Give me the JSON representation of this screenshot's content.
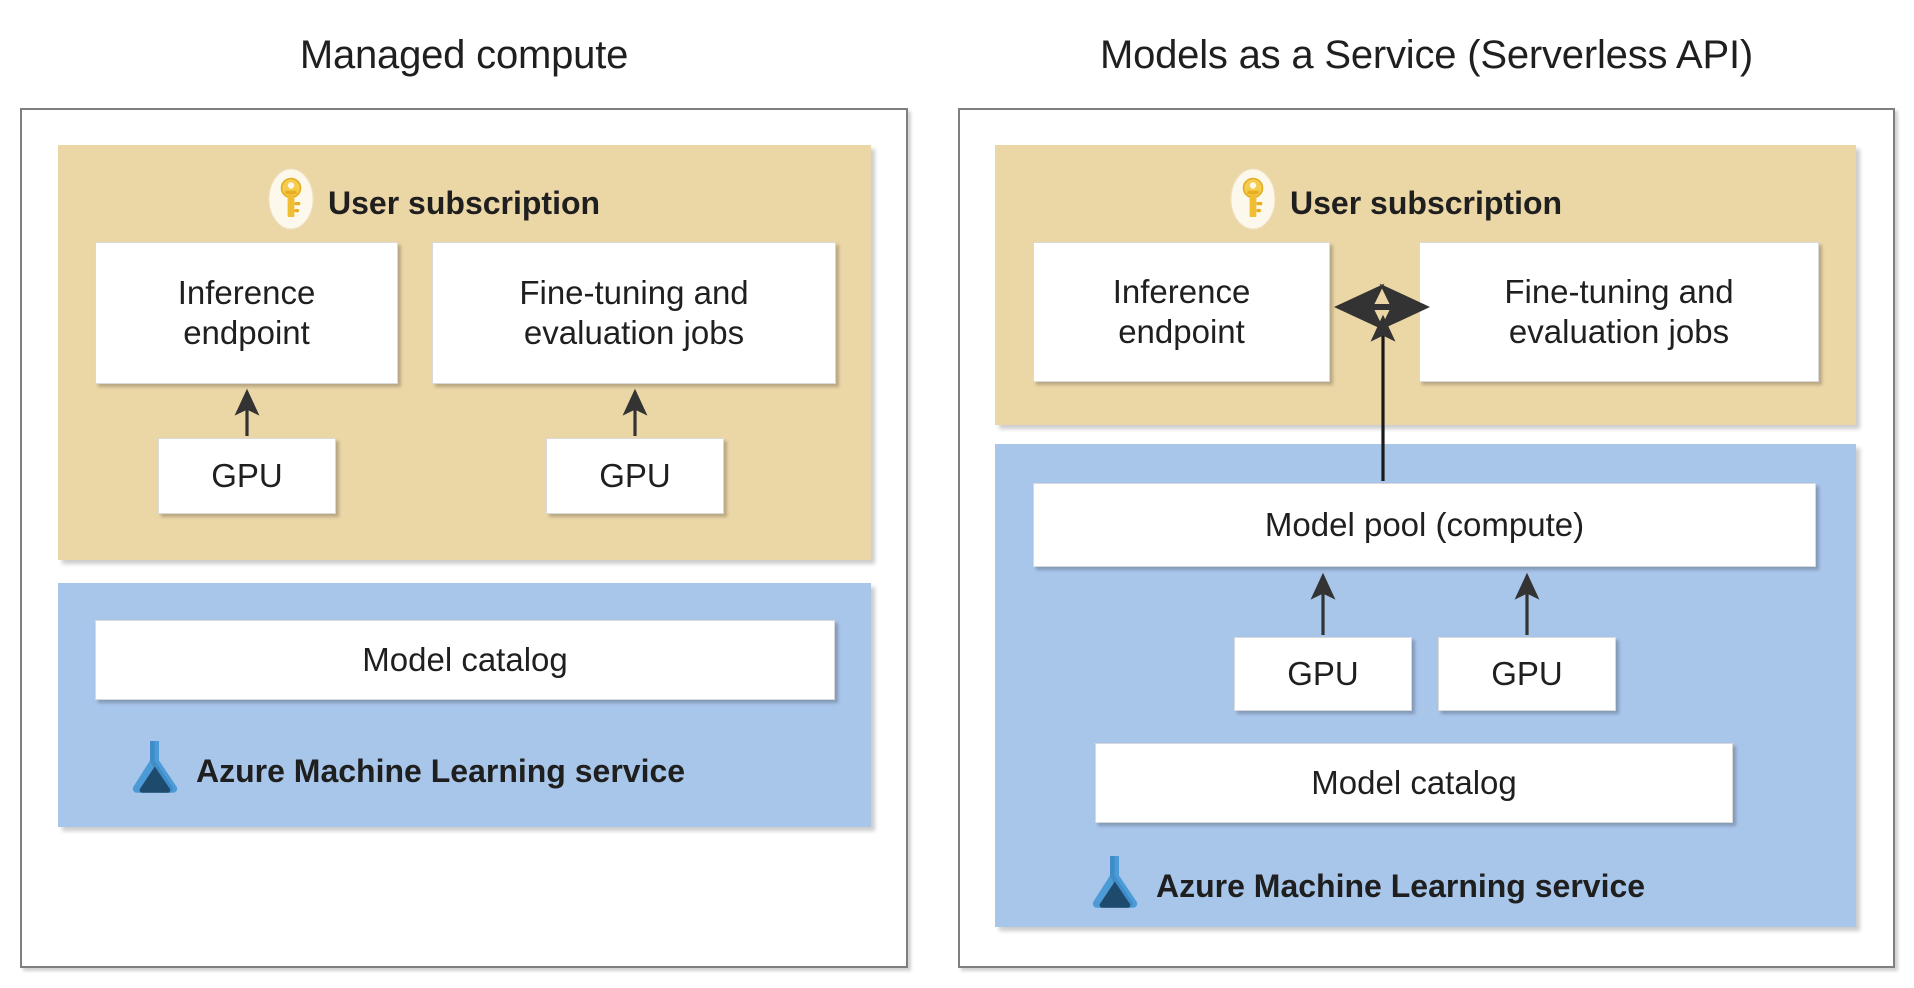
{
  "diagram": {
    "title_left": "Managed compute",
    "title_right": "Models as a Service (Serverless API)",
    "colors": {
      "subscription_zone": "#EBD6A6",
      "azureml_zone": "#A8C5EA",
      "node_fill": "#FFFFFF",
      "frame_border": "#7F7F7F",
      "arrow": "#262626",
      "key_gold": "#F2C230",
      "azure_blue": "#3C8BC9",
      "azure_dark": "#1F4A6B"
    },
    "panels": [
      {
        "id": "managed-compute",
        "title": "Managed compute",
        "zones": [
          {
            "id": "user-subscription-left",
            "type": "subscription",
            "heading": "User subscription",
            "icon": "key-icon",
            "nodes": [
              {
                "id": "inference-endpoint",
                "label": "Inference\nendpoint"
              },
              {
                "id": "finetuning-jobs",
                "label": "Fine-tuning and\nevaluation jobs"
              },
              {
                "id": "gpu-1",
                "label": "GPU"
              },
              {
                "id": "gpu-2",
                "label": "GPU"
              }
            ]
          },
          {
            "id": "azure-ml-left",
            "type": "azureml",
            "heading": "Azure Machine Learning service",
            "icon": "azure-machine-learning-icon",
            "nodes": [
              {
                "id": "model-catalog",
                "label": "Model catalog"
              }
            ]
          }
        ],
        "arrows": [
          {
            "from": "gpu-1",
            "to": "inference-endpoint",
            "style": "up"
          },
          {
            "from": "gpu-2",
            "to": "finetuning-jobs",
            "style": "up"
          }
        ]
      },
      {
        "id": "maas-serverless-api",
        "title": "Models as a Service (Serverless API)",
        "zones": [
          {
            "id": "user-subscription-right",
            "type": "subscription",
            "heading": "User subscription",
            "icon": "key-icon",
            "nodes": [
              {
                "id": "inference-endpoint-r",
                "label": "Inference\nendpoint"
              },
              {
                "id": "finetuning-jobs-r",
                "label": "Fine-tuning and\nevaluation jobs"
              }
            ]
          },
          {
            "id": "azure-ml-right",
            "type": "azureml",
            "heading": "Azure Machine Learning service",
            "icon": "azure-machine-learning-icon",
            "nodes": [
              {
                "id": "model-pool",
                "label": "Model pool (compute)"
              },
              {
                "id": "gpu-3",
                "label": "GPU"
              },
              {
                "id": "gpu-4",
                "label": "GPU"
              },
              {
                "id": "model-catalog-r",
                "label": "Model catalog"
              }
            ]
          }
        ],
        "arrows": [
          {
            "from": "model-pool",
            "to": "user-subscription-right",
            "style": "up"
          },
          {
            "from": "inference-endpoint-r",
            "to": "finetuning-jobs-r",
            "style": "bidirectional"
          },
          {
            "from": "gpu-3",
            "to": "model-pool",
            "style": "up"
          },
          {
            "from": "gpu-4",
            "to": "model-pool",
            "style": "up"
          }
        ]
      }
    ],
    "labels": {
      "user_subscription": "User subscription",
      "inference_endpoint": "Inference\nendpoint",
      "inference_endpoint_l1": "Inference",
      "inference_endpoint_l2": "endpoint",
      "finetuning_l1": "Fine-tuning and",
      "finetuning_l2": "evaluation jobs",
      "gpu": "GPU",
      "model_catalog": "Model catalog",
      "model_pool": "Model pool (compute)",
      "azure_ml_service": "Azure Machine Learning service"
    }
  }
}
